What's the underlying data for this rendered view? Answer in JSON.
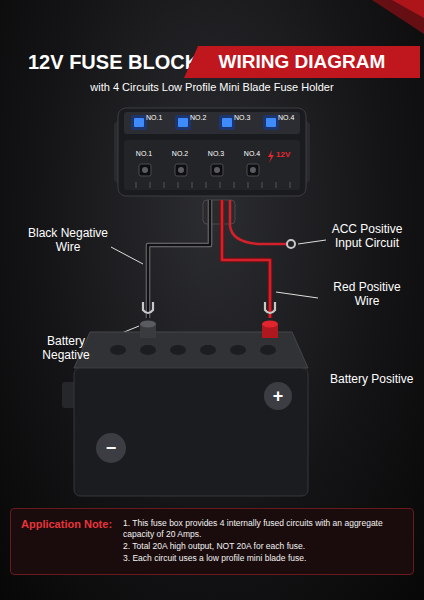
{
  "diagram": {
    "title": "12V FUSE BLOCK",
    "nodes": [
      {
        "text": [
          "WIRING DIAGRAM"
        ]
      },
      {
        "text": [
          "12V"
        ]
      },
      {
        "text": [
          "−",
          "+"
        ]
      },
      {
        "text": [
          "Application Note:",
          "1. This fuse box provides 4 internally fused circuits with an aggregate capacity of 20 Amps.",
          "2. Total 20A high output, NOT 20A for each fuse.",
          "3. Each circuit uses a low profile mini blade fuse."
        ]
      }
    ],
    "edges": [
      {
        "from": 1,
        "to": 2,
        "arrow": "none"
      },
      {
        "from": 1,
        "to": 2,
        "arrow": "none"
      }
    ],
    "labels": [
      "with 4 Circuits Low Profile Mini Blade Fuse Holder",
      "NO.1",
      "NO.2",
      "NO.3",
      "NO.4",
      "NO.1",
      "NO.2",
      "NO.3",
      "NO.4",
      "Black Negative Wire",
      "ACC Positive Input Circuit",
      "Red Positive Wire",
      "Battery Negative",
      "Battery Positive"
    ]
  }
}
